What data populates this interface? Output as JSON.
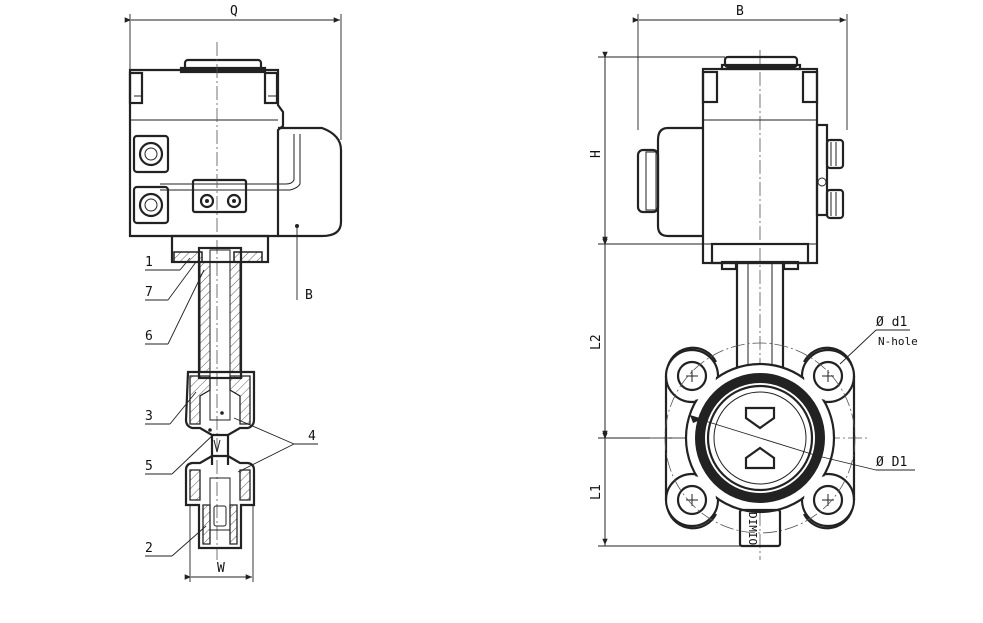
{
  "side_view": {
    "dim_width_label": "Q",
    "dim_bottom_label": "W",
    "callout_B": "B",
    "parts": [
      "1",
      "7",
      "6",
      "3",
      "5",
      "2",
      "4"
    ]
  },
  "front_view": {
    "dim_width_label": "B",
    "dim_height_label": "H",
    "dim_l2_label": "L2",
    "dim_l1_label": "L1",
    "hole_dia_label": "Ø d1",
    "hole_note": "N-hole",
    "bore_dia_label": "Ø D1",
    "stamp": "DIMIO"
  }
}
